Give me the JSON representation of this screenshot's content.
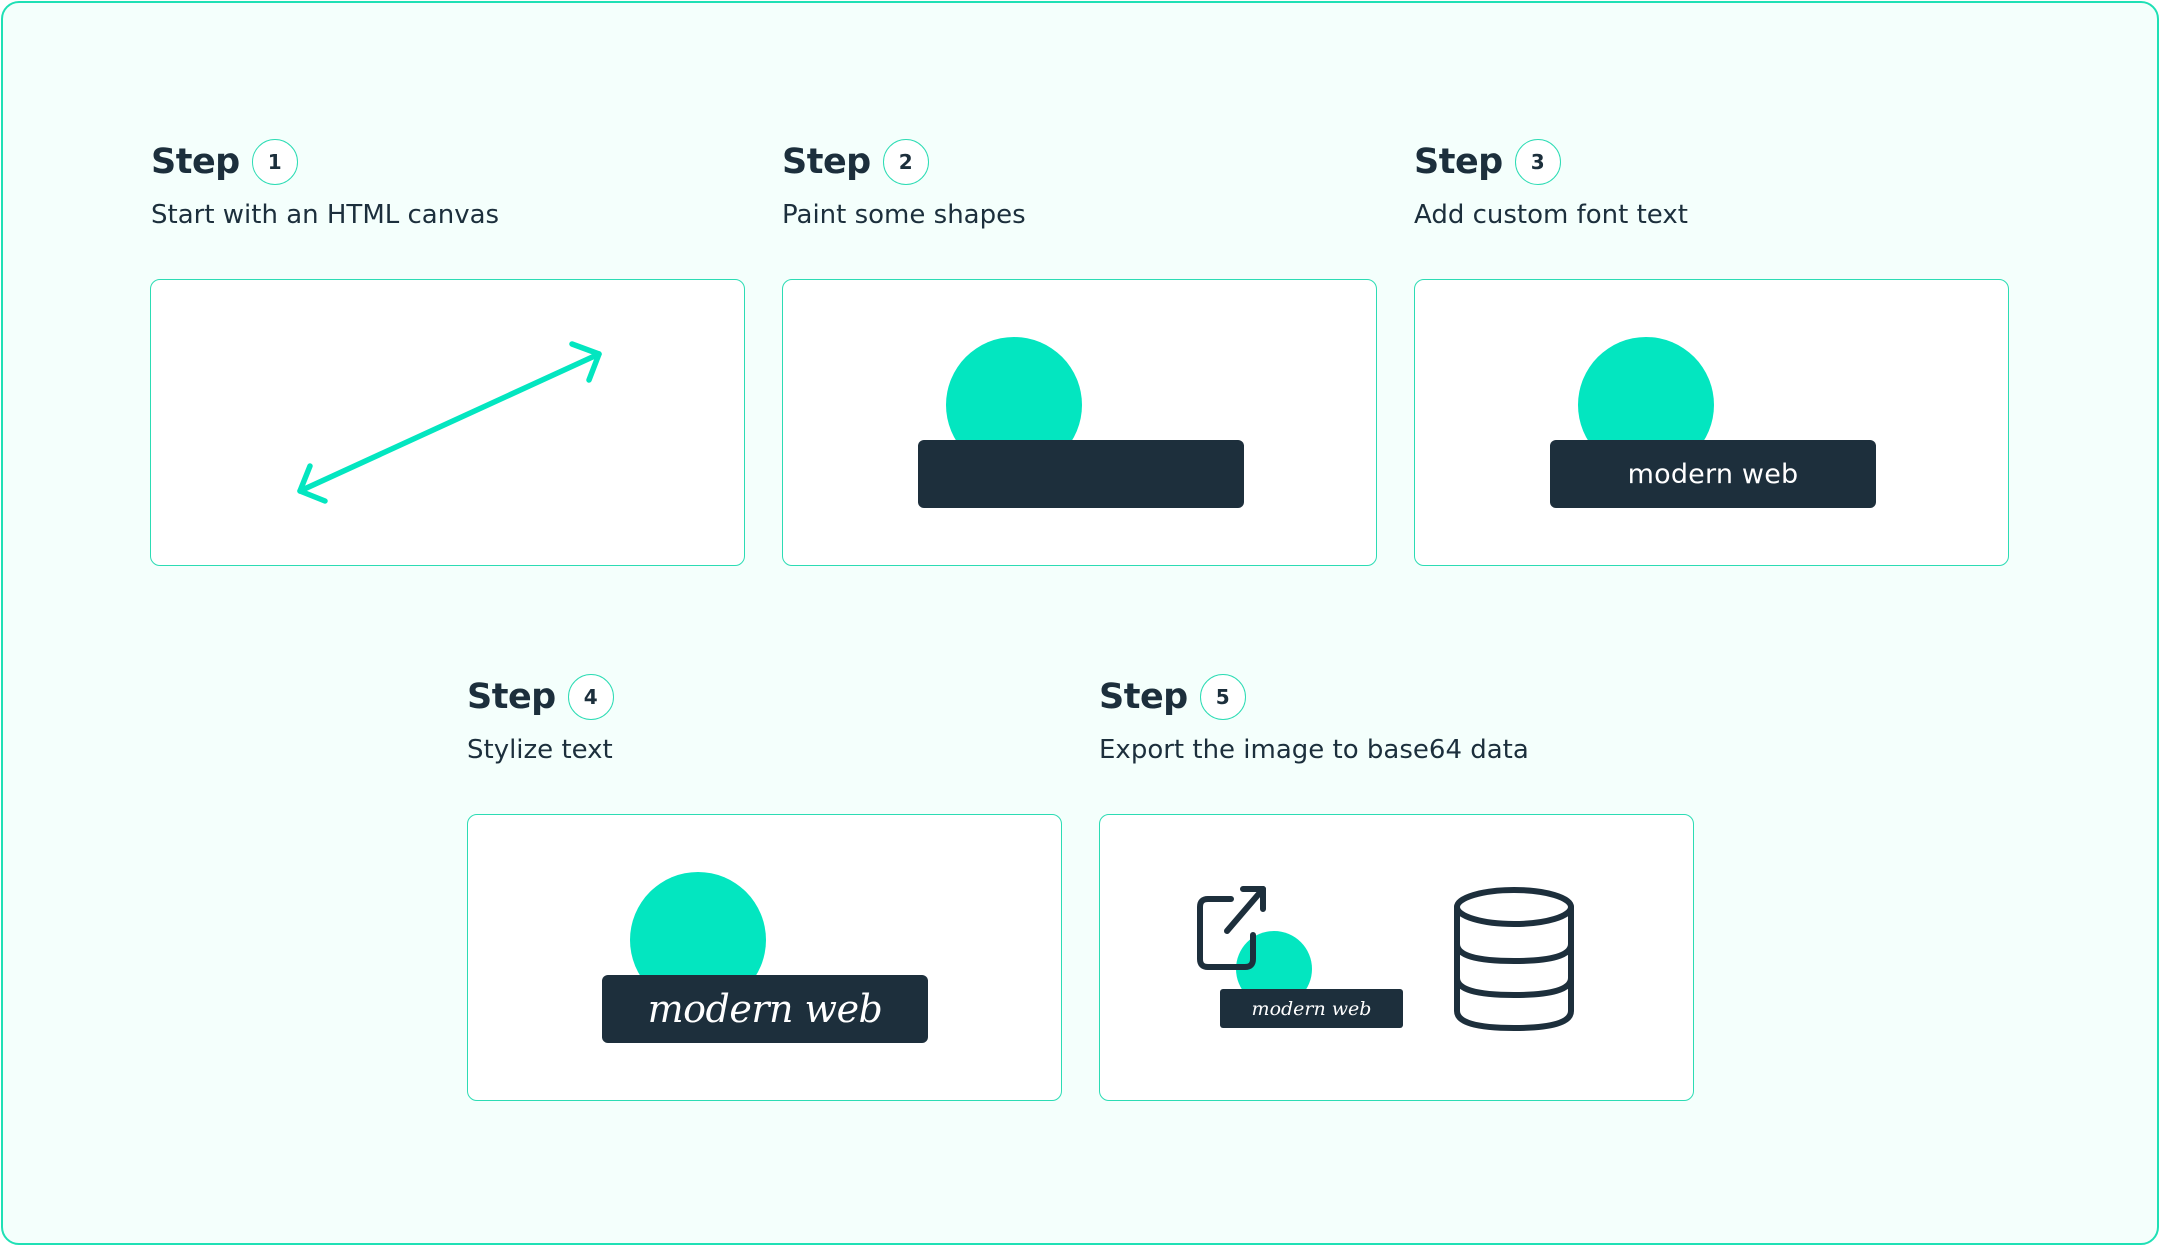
{
  "colors": {
    "accent": "#03e6c0",
    "border": "#2cdcb4",
    "dark": "#1d2f3c",
    "background": "#f4fffc",
    "card": "#ffffff"
  },
  "steps": [
    {
      "label": "Step",
      "number": "1",
      "description": "Start with an HTML canvas",
      "illustration": "double-arrow-icon"
    },
    {
      "label": "Step",
      "number": "2",
      "description": "Paint some shapes",
      "illustration": "circle-and-bar"
    },
    {
      "label": "Step",
      "number": "3",
      "description": "Add custom font text",
      "illustration": "circle-and-bar-with-text",
      "bar_text": "modern web"
    },
    {
      "label": "Step",
      "number": "4",
      "description": "Stylize text",
      "illustration": "circle-and-bar-with-script-text",
      "bar_text": "modern web"
    },
    {
      "label": "Step",
      "number": "5",
      "description": "Export the image to base64 data",
      "illustration": "export-to-database",
      "bar_text": "modern web",
      "icons": [
        "external-link-icon",
        "database-icon"
      ]
    }
  ]
}
